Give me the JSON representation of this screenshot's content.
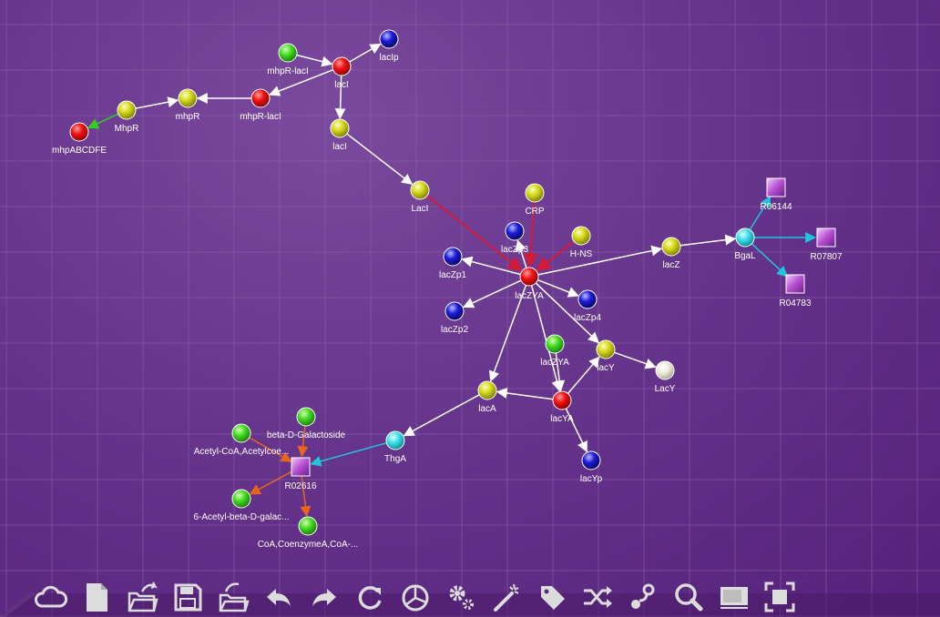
{
  "diagram": {
    "nodes": [
      {
        "id": "mhpR-lacI-a",
        "label": "mhpR-lacI",
        "color": "green",
        "shape": "circle"
      },
      {
        "id": "lacI-a",
        "label": "lacI",
        "color": "red",
        "shape": "circle"
      },
      {
        "id": "lacIp",
        "label": "lacIp",
        "color": "blue",
        "shape": "circle"
      },
      {
        "id": "mhpR-lacI-b",
        "label": "mhpR-lacI",
        "color": "red",
        "shape": "circle"
      },
      {
        "id": "mhpR",
        "label": "mhpR",
        "color": "yellow",
        "shape": "circle"
      },
      {
        "id": "MhpR",
        "label": "MhpR",
        "color": "yellow",
        "shape": "circle"
      },
      {
        "id": "mhpABCDFE",
        "label": "mhpABCDFE",
        "color": "red",
        "shape": "circle"
      },
      {
        "id": "lacI-b",
        "label": "lacI",
        "color": "yellow",
        "shape": "circle"
      },
      {
        "id": "LacI",
        "label": "LacI",
        "color": "yellow",
        "shape": "circle"
      },
      {
        "id": "CRP",
        "label": "CRP",
        "color": "yellow",
        "shape": "circle"
      },
      {
        "id": "lacZp3",
        "label": "lacZp3",
        "color": "blue",
        "shape": "circle"
      },
      {
        "id": "H-NS",
        "label": "H-NS",
        "color": "yellow",
        "shape": "circle"
      },
      {
        "id": "lacZp1",
        "label": "lacZp1",
        "color": "blue",
        "shape": "circle"
      },
      {
        "id": "lacZYA-a",
        "label": "lacZYA",
        "color": "red",
        "shape": "circle"
      },
      {
        "id": "lacZp2",
        "label": "lacZp2",
        "color": "blue",
        "shape": "circle"
      },
      {
        "id": "lacZp4",
        "label": "lacZp4",
        "color": "blue",
        "shape": "circle"
      },
      {
        "id": "lacZ",
        "label": "lacZ",
        "color": "yellow",
        "shape": "circle"
      },
      {
        "id": "BgaL",
        "label": "BgaL",
        "color": "cyan",
        "shape": "circle"
      },
      {
        "id": "R06144",
        "label": "R06144",
        "color": "purple",
        "shape": "square"
      },
      {
        "id": "R07807",
        "label": "R07807",
        "color": "purple",
        "shape": "square"
      },
      {
        "id": "R04783",
        "label": "R04783",
        "color": "purple",
        "shape": "square"
      },
      {
        "id": "lacZYA-b",
        "label": "lacZYA",
        "color": "green",
        "shape": "circle"
      },
      {
        "id": "lacY",
        "label": "lacY",
        "color": "yellow",
        "shape": "circle"
      },
      {
        "id": "LacY",
        "label": "LacY",
        "color": "white",
        "shape": "circle"
      },
      {
        "id": "lacA",
        "label": "lacA",
        "color": "yellow",
        "shape": "circle"
      },
      {
        "id": "lacYA",
        "label": "lacYA",
        "color": "red",
        "shape": "circle"
      },
      {
        "id": "lacYp",
        "label": "lacYp",
        "color": "blue",
        "shape": "circle"
      },
      {
        "id": "ThgA",
        "label": "ThgA",
        "color": "cyan",
        "shape": "circle"
      },
      {
        "id": "beta-D-Galactoside",
        "label": "beta-D-Galactoside",
        "color": "green",
        "shape": "circle"
      },
      {
        "id": "Acetyl-CoA",
        "label": "Acetyl-CoA,Acetylcoe...",
        "color": "green",
        "shape": "circle"
      },
      {
        "id": "R02616",
        "label": "R02616",
        "color": "purple",
        "shape": "square"
      },
      {
        "id": "6-Acetyl",
        "label": "6-Acetyl-beta-D-galac...",
        "color": "green",
        "shape": "circle"
      },
      {
        "id": "CoA",
        "label": "CoA,CoenzymeA,CoA-...",
        "color": "green",
        "shape": "circle"
      }
    ],
    "edges": [
      {
        "from": "mhpR-lacI-a",
        "to": "lacI-a",
        "type": "white"
      },
      {
        "from": "lacI-a",
        "to": "lacIp",
        "type": "white"
      },
      {
        "from": "lacI-a",
        "to": "mhpR-lacI-b",
        "type": "white"
      },
      {
        "from": "mhpR-lacI-b",
        "to": "mhpR",
        "type": "white"
      },
      {
        "from": "MhpR",
        "to": "mhpR",
        "type": "white"
      },
      {
        "from": "MhpR",
        "to": "mhpABCDFE",
        "type": "green"
      },
      {
        "from": "lacI-a",
        "to": "lacI-b",
        "type": "white"
      },
      {
        "from": "lacI-b",
        "to": "LacI",
        "type": "white"
      },
      {
        "from": "LacI",
        "to": "lacZYA-a",
        "type": "red"
      },
      {
        "from": "CRP",
        "to": "lacZYA-a",
        "type": "red"
      },
      {
        "from": "H-NS",
        "to": "lacZYA-a",
        "type": "red"
      },
      {
        "from": "lacZYA-a",
        "to": "lacZp3",
        "type": "white"
      },
      {
        "from": "lacZYA-a",
        "to": "lacZp1",
        "type": "white"
      },
      {
        "from": "lacZYA-a",
        "to": "lacZp2",
        "type": "white"
      },
      {
        "from": "lacZYA-a",
        "to": "lacZp4",
        "type": "white"
      },
      {
        "from": "lacZYA-a",
        "to": "lacZ",
        "type": "white"
      },
      {
        "from": "lacZYA-a",
        "to": "lacY",
        "type": "white"
      },
      {
        "from": "lacZYA-a",
        "to": "lacA",
        "type": "white"
      },
      {
        "from": "lacZYA-a",
        "to": "lacYA",
        "type": "white"
      },
      {
        "from": "lacZ",
        "to": "BgaL",
        "type": "white"
      },
      {
        "from": "BgaL",
        "to": "R06144",
        "type": "cyan"
      },
      {
        "from": "BgaL",
        "to": "R07807",
        "type": "cyan"
      },
      {
        "from": "BgaL",
        "to": "R04783",
        "type": "cyan"
      },
      {
        "from": "lacZYA-b",
        "to": "lacYA",
        "type": "white"
      },
      {
        "from": "lacYA",
        "to": "lacY",
        "type": "white"
      },
      {
        "from": "lacY",
        "to": "LacY",
        "type": "white"
      },
      {
        "from": "lacYA",
        "to": "lacA",
        "type": "white"
      },
      {
        "from": "lacYA",
        "to": "lacYp",
        "type": "white"
      },
      {
        "from": "lacA",
        "to": "ThgA",
        "type": "white"
      },
      {
        "from": "ThgA",
        "to": "R02616",
        "type": "cyan"
      },
      {
        "from": "beta-D-Galactoside",
        "to": "R02616",
        "type": "orange"
      },
      {
        "from": "Acetyl-CoA",
        "to": "R02616",
        "type": "orange"
      },
      {
        "from": "R02616",
        "to": "6-Acetyl",
        "type": "orange"
      },
      {
        "from": "R02616",
        "to": "CoA",
        "type": "orange"
      }
    ]
  },
  "colors": {
    "background": "#66358c",
    "grid": "#8a63aa",
    "edge_white": "#ffffff",
    "edge_red": "#d41a38",
    "edge_cyan": "#22c4dc",
    "edge_orange": "#e8651a",
    "edge_green": "#33cc22"
  },
  "toolbar": {
    "buttons": [
      {
        "name": "cloud-icon"
      },
      {
        "name": "new-file-icon"
      },
      {
        "name": "open-folder-icon"
      },
      {
        "name": "save-icon"
      },
      {
        "name": "export-folder-icon"
      },
      {
        "name": "undo-icon"
      },
      {
        "name": "redo-icon"
      },
      {
        "name": "refresh-icon"
      },
      {
        "name": "pie-chart-icon"
      },
      {
        "name": "settings-icon"
      },
      {
        "name": "magic-wand-icon"
      },
      {
        "name": "tag-icon"
      },
      {
        "name": "shuffle-icon"
      },
      {
        "name": "connect-icon"
      },
      {
        "name": "search-icon"
      },
      {
        "name": "screen-icon"
      },
      {
        "name": "fullscreen-icon"
      }
    ]
  }
}
